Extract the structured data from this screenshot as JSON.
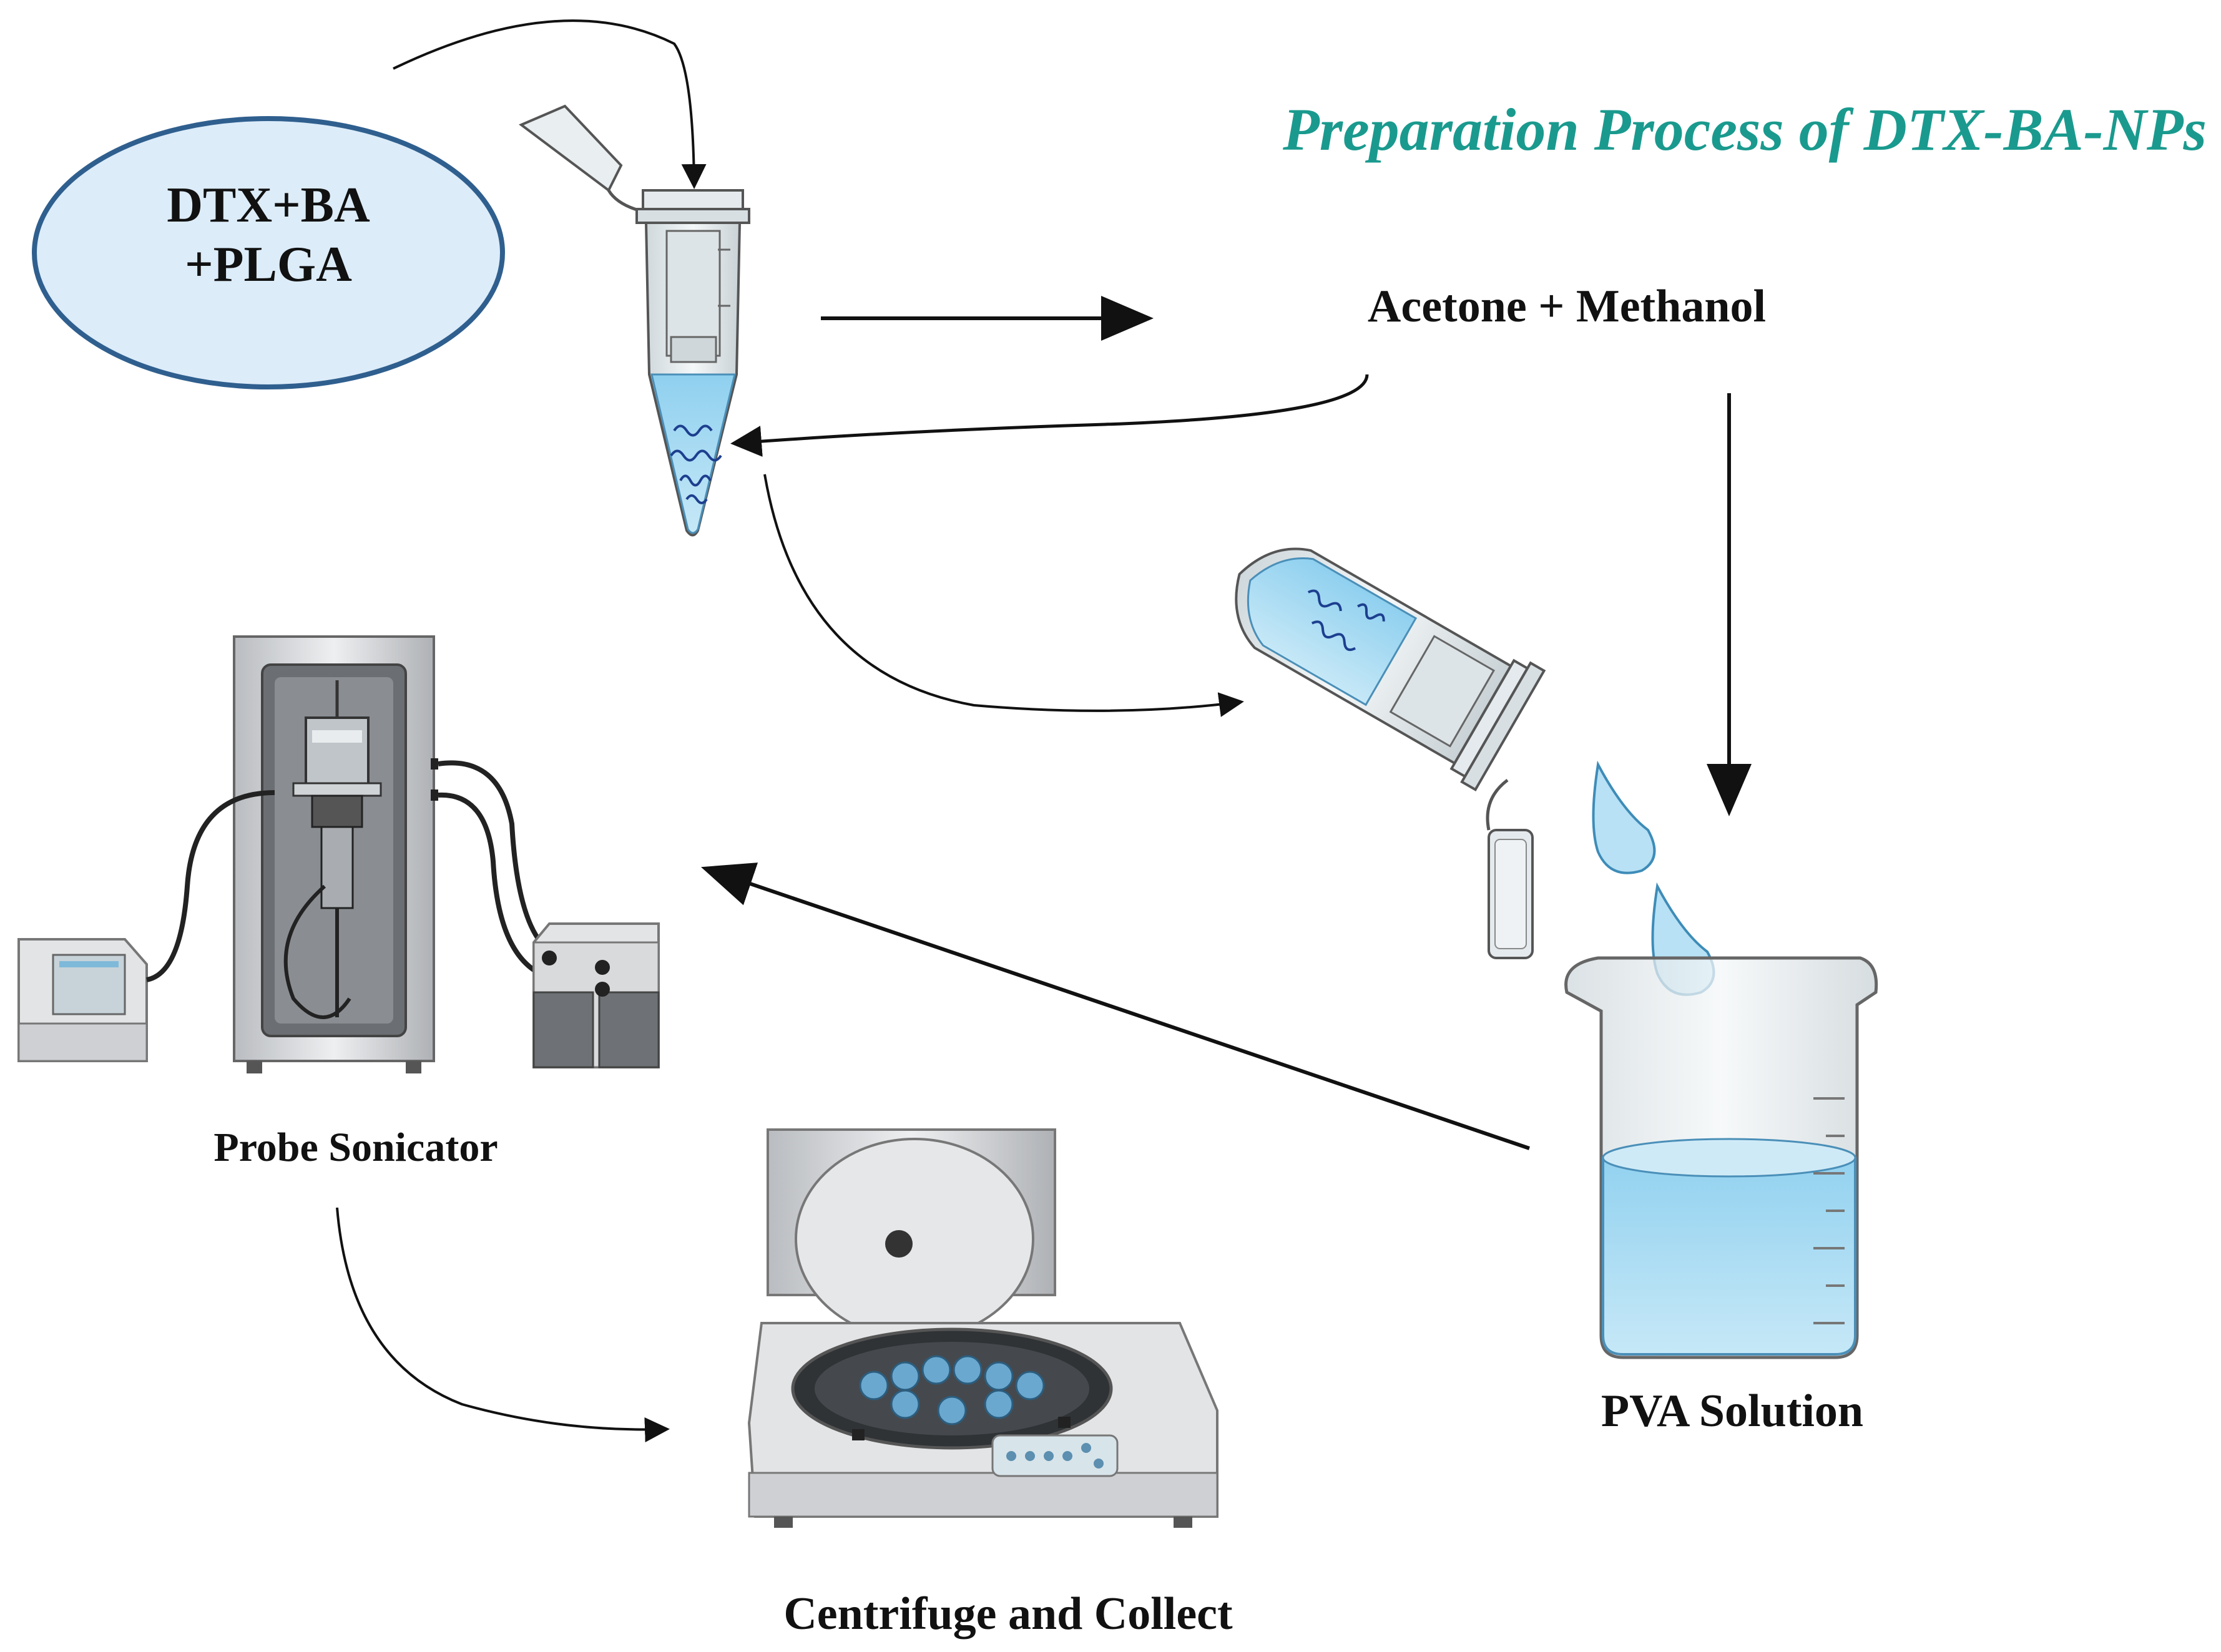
{
  "title": "Preparation Process of DTX-BA-NPs",
  "ingredients": {
    "line1": "DTX+BA",
    "line2": "+PLGA"
  },
  "steps": {
    "solvent": "Acetone + Methanol",
    "pva": "PVA Solution",
    "sonicator": "Probe Sonicator",
    "centrifuge": "Centrifuge and Collect"
  },
  "colors": {
    "title": "#1a9a8e",
    "ellipse_fill": "#dcecf9",
    "ellipse_stroke": "#2f5f8e",
    "liquid": "#a8d8f0",
    "glass": "#e6ecef",
    "device": "#d9dadc",
    "arrow": "#111111"
  }
}
